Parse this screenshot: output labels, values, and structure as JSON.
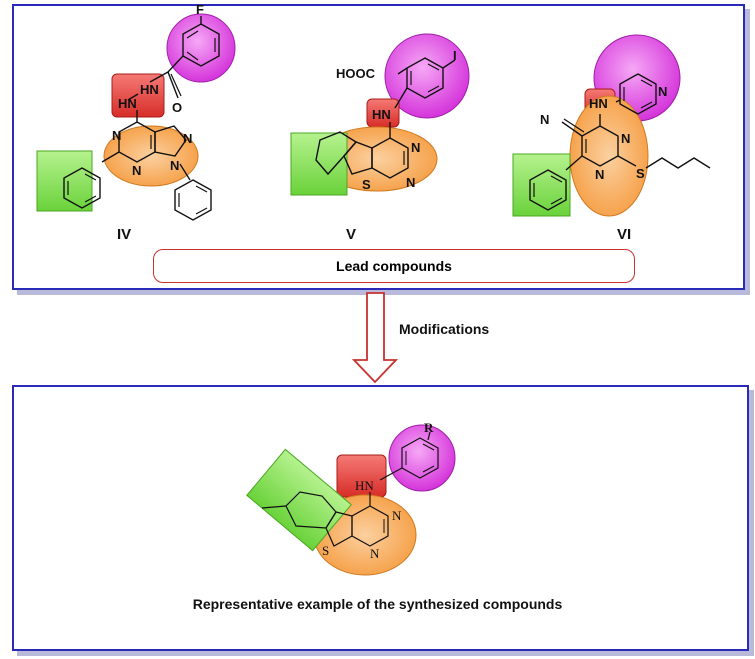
{
  "top_panel": {
    "compounds": [
      {
        "id": "IV"
      },
      {
        "id": "V"
      },
      {
        "id": "VI"
      }
    ],
    "lead_label": "Lead compounds"
  },
  "arrow_label": "Modifications",
  "bottom_panel": {
    "caption": "Representative example of the synthesized compounds"
  },
  "atom_labels": {
    "iv_F": "F",
    "iv_HN1": "HN",
    "iv_HN2": "HN",
    "iv_O": "O",
    "iv_N1": "N",
    "iv_N2": "N",
    "iv_N3": "N",
    "iv_N4": "N",
    "v_HOOC": "HOOC",
    "v_I": "I",
    "v_HN": "HN",
    "v_N1": "N",
    "v_N2": "N",
    "v_S": "S",
    "vi_N": "N",
    "vi_HN": "HN",
    "vi_N1": "N",
    "vi_N2": "N",
    "vi_Npy": "N",
    "vi_S": "S",
    "rep_R": "R",
    "rep_HN": "HN",
    "rep_N1": "N",
    "rep_N2": "N",
    "rep_S": "S"
  },
  "colors": {
    "frame": "#2a2ab8",
    "red_box": "#e8413c",
    "green_box": "#7ee04a",
    "orange_ellipse": "#f7a64a",
    "magenta_circle": "#e040e6",
    "arrow": "#c8322f"
  }
}
